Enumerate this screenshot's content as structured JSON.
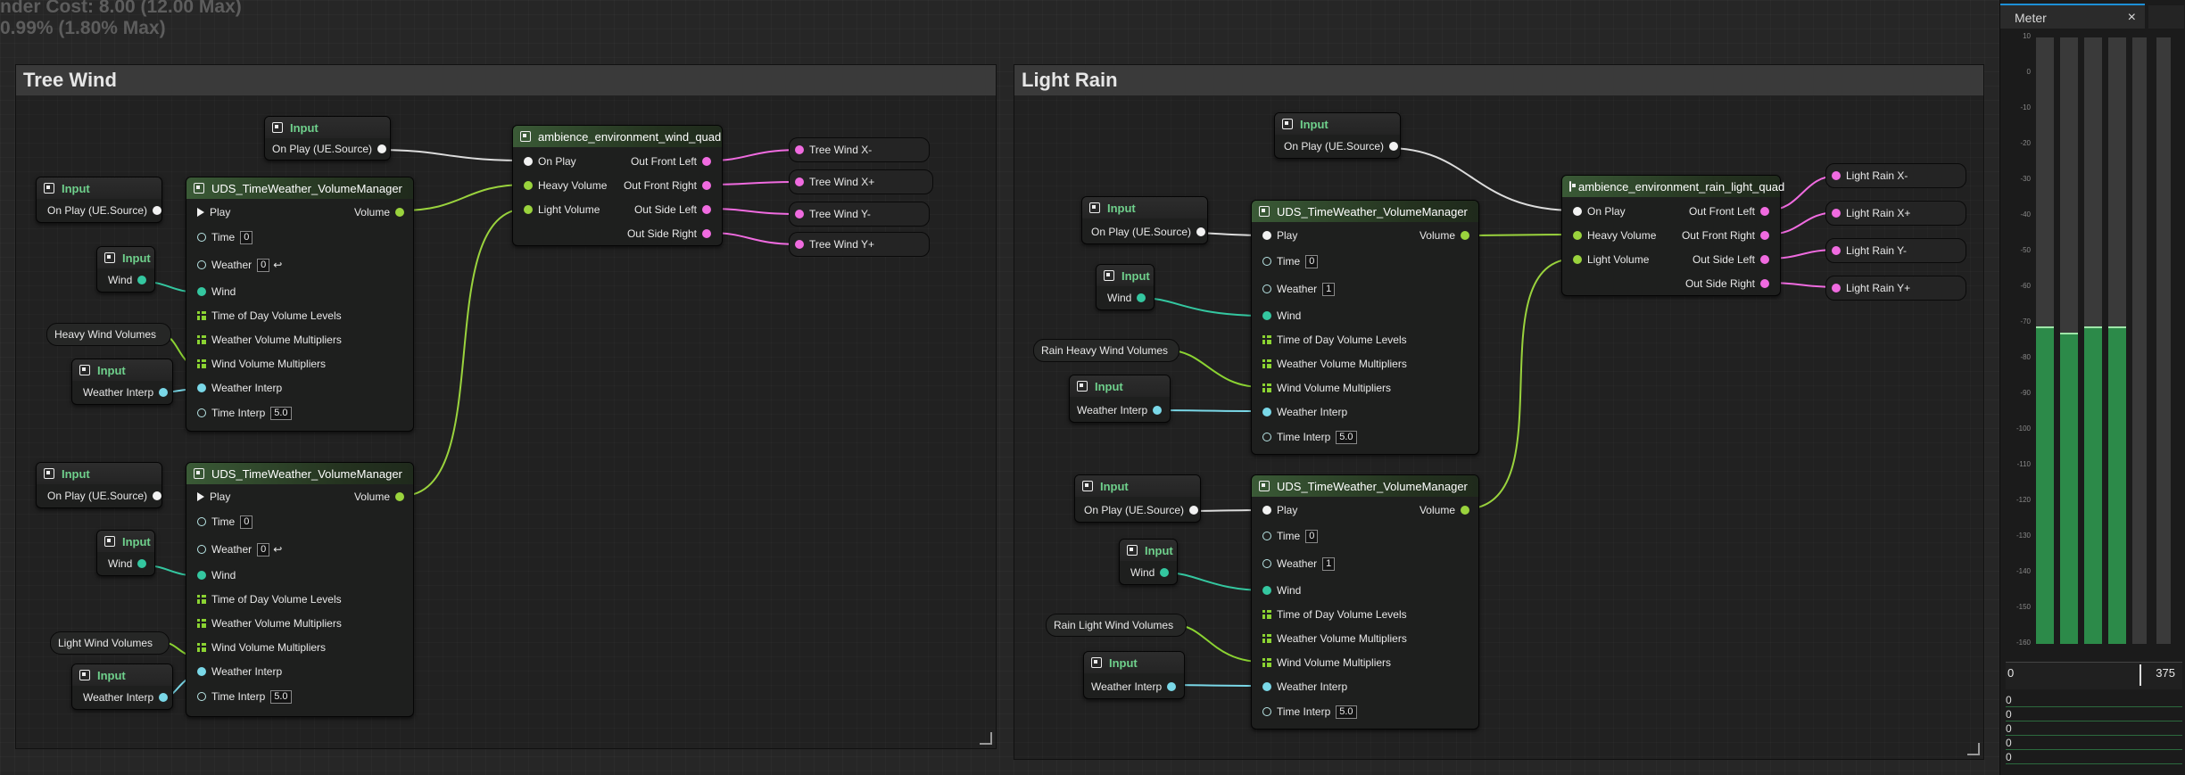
{
  "stats": {
    "line1": "nder Cost: 8.00 (12.00 Max)",
    "line2": "0.99% (1.80% Max)"
  },
  "comments": {
    "tree": "Tree Wind",
    "rain": "Light Rain"
  },
  "input_header": "Input",
  "vm_title": "UDS_TimeWeather_VolumeManager",
  "quad_tree": "ambience_environment_wind_quad",
  "quad_rain": "ambience_environment_rain_light_quad",
  "pins": {
    "on_play_source": "On Play (UE.Source)",
    "wind": "Wind",
    "weather_interp": "Weather Interp",
    "play": "Play",
    "volume": "Volume",
    "time": "Time",
    "weather": "Weather",
    "time_of_day": "Time of Day Volume Levels",
    "weather_mult": "Weather Volume Multipliers",
    "wind_mult": "Wind Volume Multipliers",
    "time_interp": "Time Interp",
    "on_play": "On Play",
    "heavy_volume": "Heavy Volume",
    "light_volume": "Light Volume",
    "out_front_left": "Out Front Left",
    "out_front_right": "Out Front Right",
    "out_side_left": "Out Side Left",
    "out_side_right": "Out Side Right"
  },
  "values": {
    "time": "0",
    "tree_weather": "0",
    "rain_weather": "1",
    "time_interp": "5.0"
  },
  "reroutes": {
    "heavy_wind": "Heavy Wind Volumes",
    "light_wind": "Light Wind Volumes",
    "rain_heavy_wind": "Rain Heavy Wind Volumes",
    "rain_light_wind": "Rain Light Wind Volumes"
  },
  "outputs": {
    "tree": [
      "Tree Wind X-",
      "Tree Wind X+",
      "Tree Wind Y-",
      "Tree Wind Y+"
    ],
    "rain": [
      "Light Rain X-",
      "Light Rain X+",
      "Light Rain Y-",
      "Light Rain Y+"
    ]
  },
  "meter": {
    "tab": "Meter",
    "close": "×",
    "db_ticks": [
      "10",
      "0",
      "-10",
      "-20",
      "-30",
      "-40",
      "-50",
      "-60",
      "-70",
      "-80",
      "-90",
      "-100",
      "-110",
      "-120",
      "-130",
      "-140",
      "-150",
      "-160"
    ],
    "levels": [
      0.52,
      0.51,
      0.52,
      0.52,
      0.0,
      0.0
    ],
    "timeline_start": "0",
    "timeline_end": "375",
    "history": [
      "0",
      "0",
      "0",
      "0",
      "0"
    ]
  }
}
